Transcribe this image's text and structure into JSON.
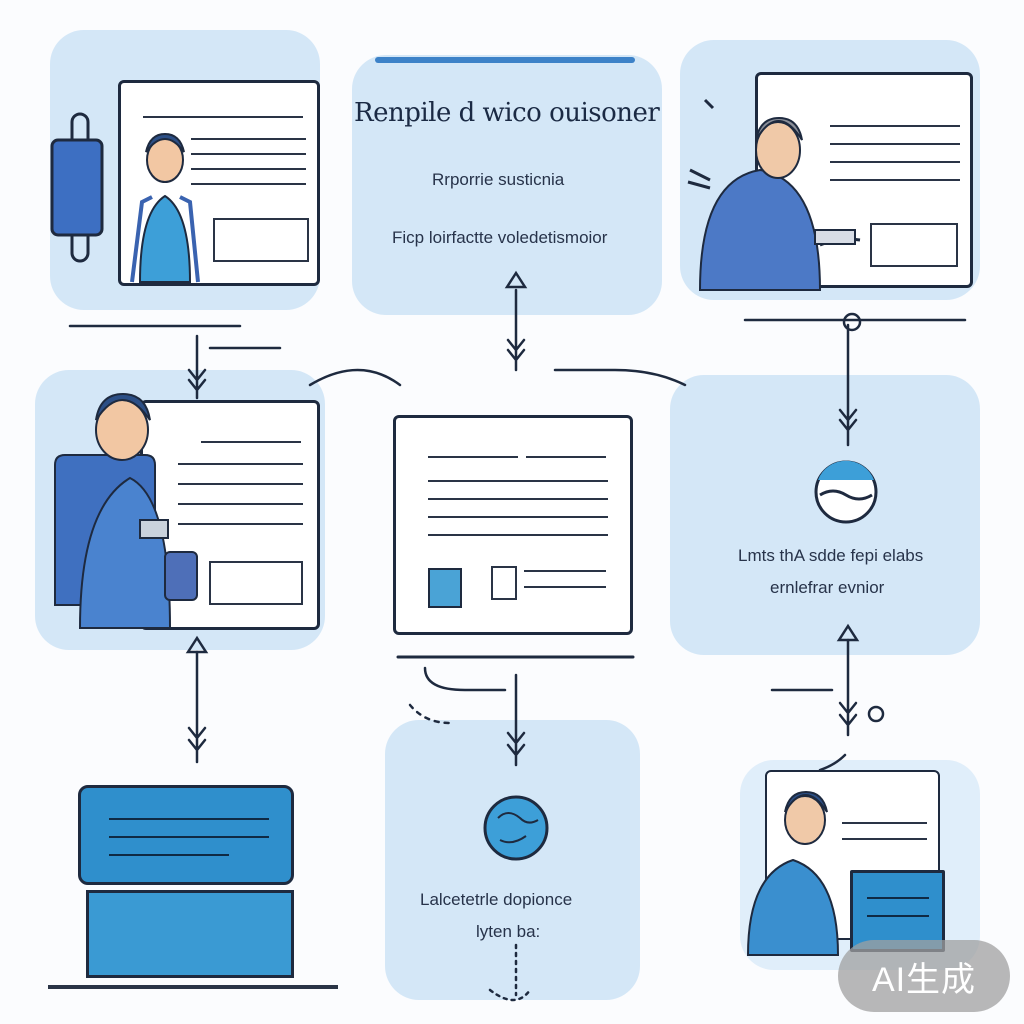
{
  "header": {
    "title": "Renpile d wico ouisoner",
    "subtitle": "Rrporrie susticnia",
    "caption": "Ficp loirfactte voledetismoior"
  },
  "right_panel": {
    "line1": "Lmts thA sdde fepi elabs",
    "line2": "ernlefrar evnior"
  },
  "bottom_panel": {
    "line1": "Lalcetetrle dopionce",
    "line2": "lyten ba:"
  },
  "watermark": "AI生成",
  "colors": {
    "accent": "#3d82c8",
    "panel": "#cfe4f6",
    "ink": "#1e2a3f"
  }
}
